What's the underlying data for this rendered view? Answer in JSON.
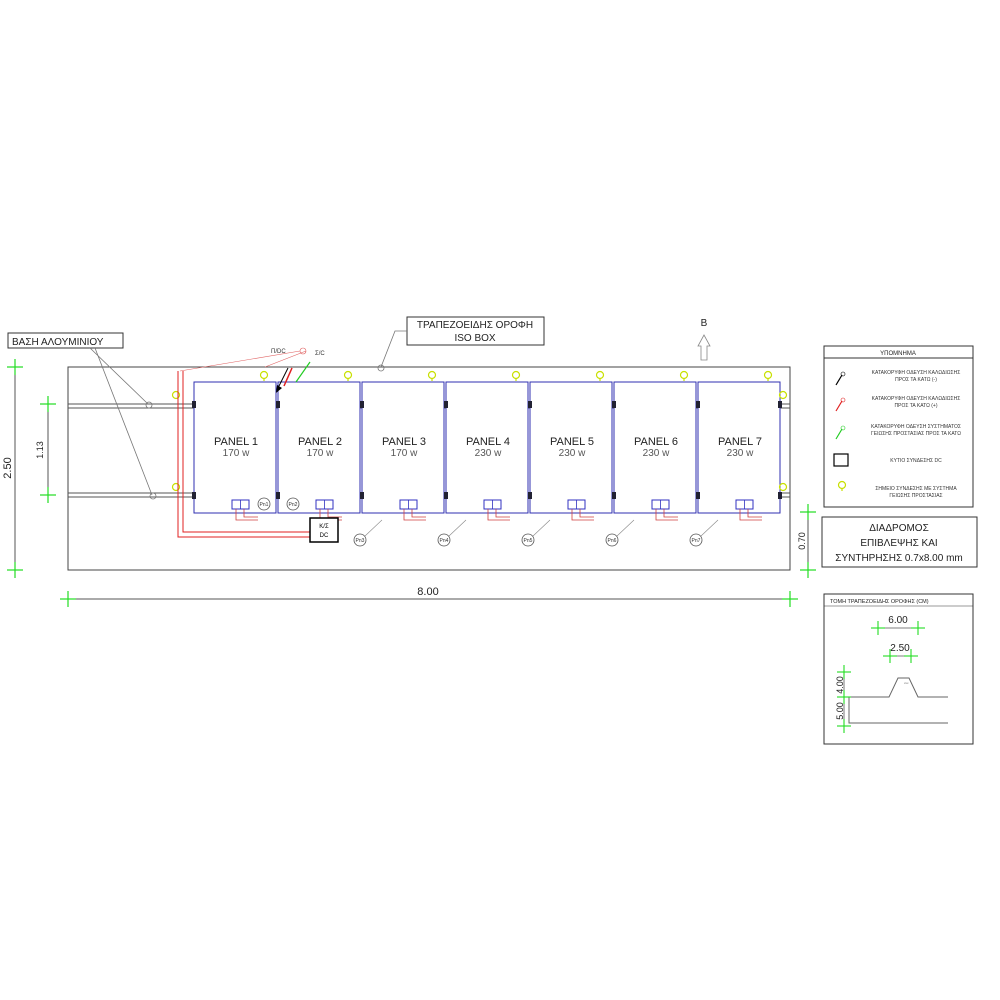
{
  "labels": {
    "aluminium_base": "ΒΑΣΗ ΑΛΟΥΜΙΝΙΟΥ",
    "trapezoid_roof_line1": "ΤΡΑΠΕΖΟΕΙΔΗΣ ΟΡΟΦΗ",
    "trapezoid_roof_line2": "ISO BOX",
    "north": "B",
    "pdc": "Π/DC",
    "sc": "Σ/C",
    "walkway_line1": "ΔΙΑΔΡΟΜΟΣ",
    "walkway_line2": "ΕΠΙΒΛΕΨΗΣ ΚΑΙ",
    "walkway_line3": "ΣΥΝΤΗΡΗΣΗΣ 0.7x8.00 mm",
    "junction_box_line1": "Κ/Σ",
    "junction_box_line2": "DC"
  },
  "dimensions": {
    "overall_height": "2.50",
    "rail_spacing": "1.13",
    "overall_width": "8.00",
    "walkway_width": "0.70"
  },
  "panels": [
    {
      "name": "PANEL 1",
      "power": "170 w",
      "tag": "Pn1"
    },
    {
      "name": "PANEL 2",
      "power": "170 w",
      "tag": "Pn2"
    },
    {
      "name": "PANEL 3",
      "power": "170 w",
      "tag": "Pn3"
    },
    {
      "name": "PANEL 4",
      "power": "230 w",
      "tag": "Pn4"
    },
    {
      "name": "PANEL 5",
      "power": "230 w",
      "tag": "Pn5"
    },
    {
      "name": "PANEL 6",
      "power": "230 w",
      "tag": "Pn6"
    },
    {
      "name": "PANEL 7",
      "power": "230 w",
      "tag": "Pn7"
    }
  ],
  "legend": {
    "title": "ΥΠΟΜΝΗΜΑ",
    "items": [
      {
        "line1": "ΚΑΤΑΚΟΡΥΦΗ ΟΔΕΥΣΗ ΚΑΛΩΔΙΩΣΗΣ",
        "line2": "ΠΡΟΣ ΤΑ ΚΑΤΩ (-)",
        "color": "#000000"
      },
      {
        "line1": "ΚΑΤΑΚΟΡΥΦΗ ΟΔΕΥΣΗ ΚΑΛΩΔΙΩΣΗΣ",
        "line2": "ΠΡΟΣ ΤΑ ΚΑΤΩ (+)",
        "color": "#e02020"
      },
      {
        "line1": "ΚΑΤΑΚΟΡΥΦΗ ΟΔΕΥΣΗ ΣΥΣΤΗΜΑΤΟΣ",
        "line2": "ΓΕΙΩΣΗΣ ΠΡΟΣΤΑΣΙΑΣ ΠΡΟΣ ΤΑ ΚΑΤΩ",
        "color": "#22cc22"
      },
      {
        "line1": "ΚΥΤΙΟ ΣΥΝΔΕΣΗΣ DC",
        "line2": "",
        "color": "#000000"
      },
      {
        "line1": "ΣΗΜΕΙΟ ΣΥΝΔΕΣΗΣ ΜΕ ΣΥΣΤΗΜΑ",
        "line2": "ΓΕΙΩΣΗΣ ΠΡΟΣΤΑΣΙΑΣ",
        "color": "#c8e000"
      }
    ]
  },
  "section": {
    "title": "ΤΟΜΗ ΤΡΑΠΕΖΟΕΙΔΗΣ ΟΡΟΦΗΣ (CM)",
    "dim_top": "6.00",
    "dim_rib": "2.50",
    "dim_height": "4.00",
    "dim_total": "5.00"
  },
  "colors": {
    "panel_border": "#2f2fb0",
    "positive": "#e02020",
    "ground": "#22cc22",
    "ground_point": "#c8e000",
    "connector": "#3030c0",
    "cable": "#d04040"
  }
}
